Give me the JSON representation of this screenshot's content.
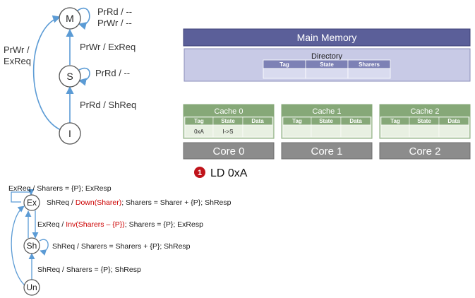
{
  "colors": {
    "arrow": "#5b9bd5",
    "memory_header": "#5b5f99",
    "directory_fill": "#c8cae6",
    "directory_header": "#7d81b5",
    "cache_header": "#86a878",
    "cache_body": "#d7e4cf",
    "core_fill": "#8c8c8c",
    "highlight_red": "#cc0000",
    "badge_red": "#c0141b"
  },
  "processor_fsm": {
    "states": [
      "M",
      "S",
      "I"
    ],
    "edge_labels": {
      "m_prrd": "PrRd / --",
      "m_prwr": "PrWr / --",
      "s_to_m": "PrWr / ExReq",
      "s_prrd": "PrRd / --",
      "i_to_s": "PrRd / ShReq",
      "i_to_m_line1": "PrWr /",
      "i_to_m_line2": "ExReq"
    }
  },
  "memory": {
    "title": "Main Memory",
    "directory_title": "Directory",
    "directory_columns": [
      "Tag",
      "State",
      "Sharers"
    ]
  },
  "caches": [
    {
      "title": "Cache 0",
      "columns": [
        "Tag",
        "State",
        "Data"
      ],
      "row": [
        "0xA",
        "I->S",
        ""
      ],
      "core": "Core 0"
    },
    {
      "title": "Cache 1",
      "columns": [
        "Tag",
        "State",
        "Data"
      ],
      "row": [
        "",
        "",
        ""
      ],
      "core": "Core 1"
    },
    {
      "title": "Cache 2",
      "columns": [
        "Tag",
        "State",
        "Data"
      ],
      "row": [
        "",
        "",
        ""
      ],
      "core": "Core 2"
    }
  ],
  "step": {
    "badge": "1",
    "text": "LD 0xA"
  },
  "directory_fsm": {
    "states": [
      "Ex",
      "Sh",
      "Un"
    ],
    "labels": {
      "ex_self": "ExReq / Sharers = {P}; ExResp",
      "ex_to_sh_pre": "ShReq / ",
      "ex_to_sh_red": "Down(Sharer)",
      "ex_to_sh_post": "; Sharers = Sharer + {P}; ShResp",
      "sh_to_ex_pre": "ExReq / ",
      "sh_to_ex_red": "Inv(Sharers – {P})",
      "sh_to_ex_post": "; Sharers = {P}; ExResp",
      "sh_self": "ShReq / Sharers = Sharers + {P}; ShResp",
      "un_to_sh": "ShReq / Sharers = {P}; ShResp"
    }
  }
}
